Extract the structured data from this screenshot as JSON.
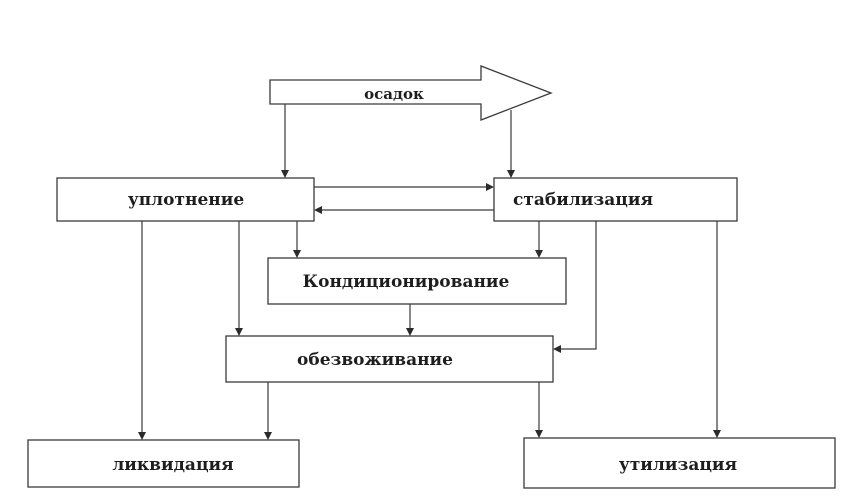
{
  "nodes": {
    "osadok": "осадок",
    "uplotnenie": "уплотнение",
    "stabilizaciya": "стабилизация",
    "kondicionirovanie": "Кондиционирование",
    "obezvozhivanie": "обезвоживание",
    "likvidaciya": "ликвидация",
    "utilizaciya": "утилизация"
  },
  "edges": [
    {
      "from": "osadok",
      "to": "uplotnenie"
    },
    {
      "from": "osadok",
      "to": "stabilizaciya"
    },
    {
      "from": "uplotnenie",
      "to": "stabilizaciya"
    },
    {
      "from": "stabilizaciya",
      "to": "uplotnenie"
    },
    {
      "from": "uplotnenie",
      "to": "kondicionirovanie"
    },
    {
      "from": "stabilizaciya",
      "to": "kondicionirovanie"
    },
    {
      "from": "uplotnenie",
      "to": "obezvozhivanie"
    },
    {
      "from": "kondicionirovanie",
      "to": "obezvozhivanie"
    },
    {
      "from": "stabilizaciya",
      "to": "obezvozhivanie"
    },
    {
      "from": "uplotnenie",
      "to": "likvidaciya"
    },
    {
      "from": "obezvozhivanie",
      "to": "likvidaciya"
    },
    {
      "from": "obezvozhivanie",
      "to": "utilizaciya"
    },
    {
      "from": "stabilizaciya",
      "to": "utilizaciya"
    }
  ]
}
